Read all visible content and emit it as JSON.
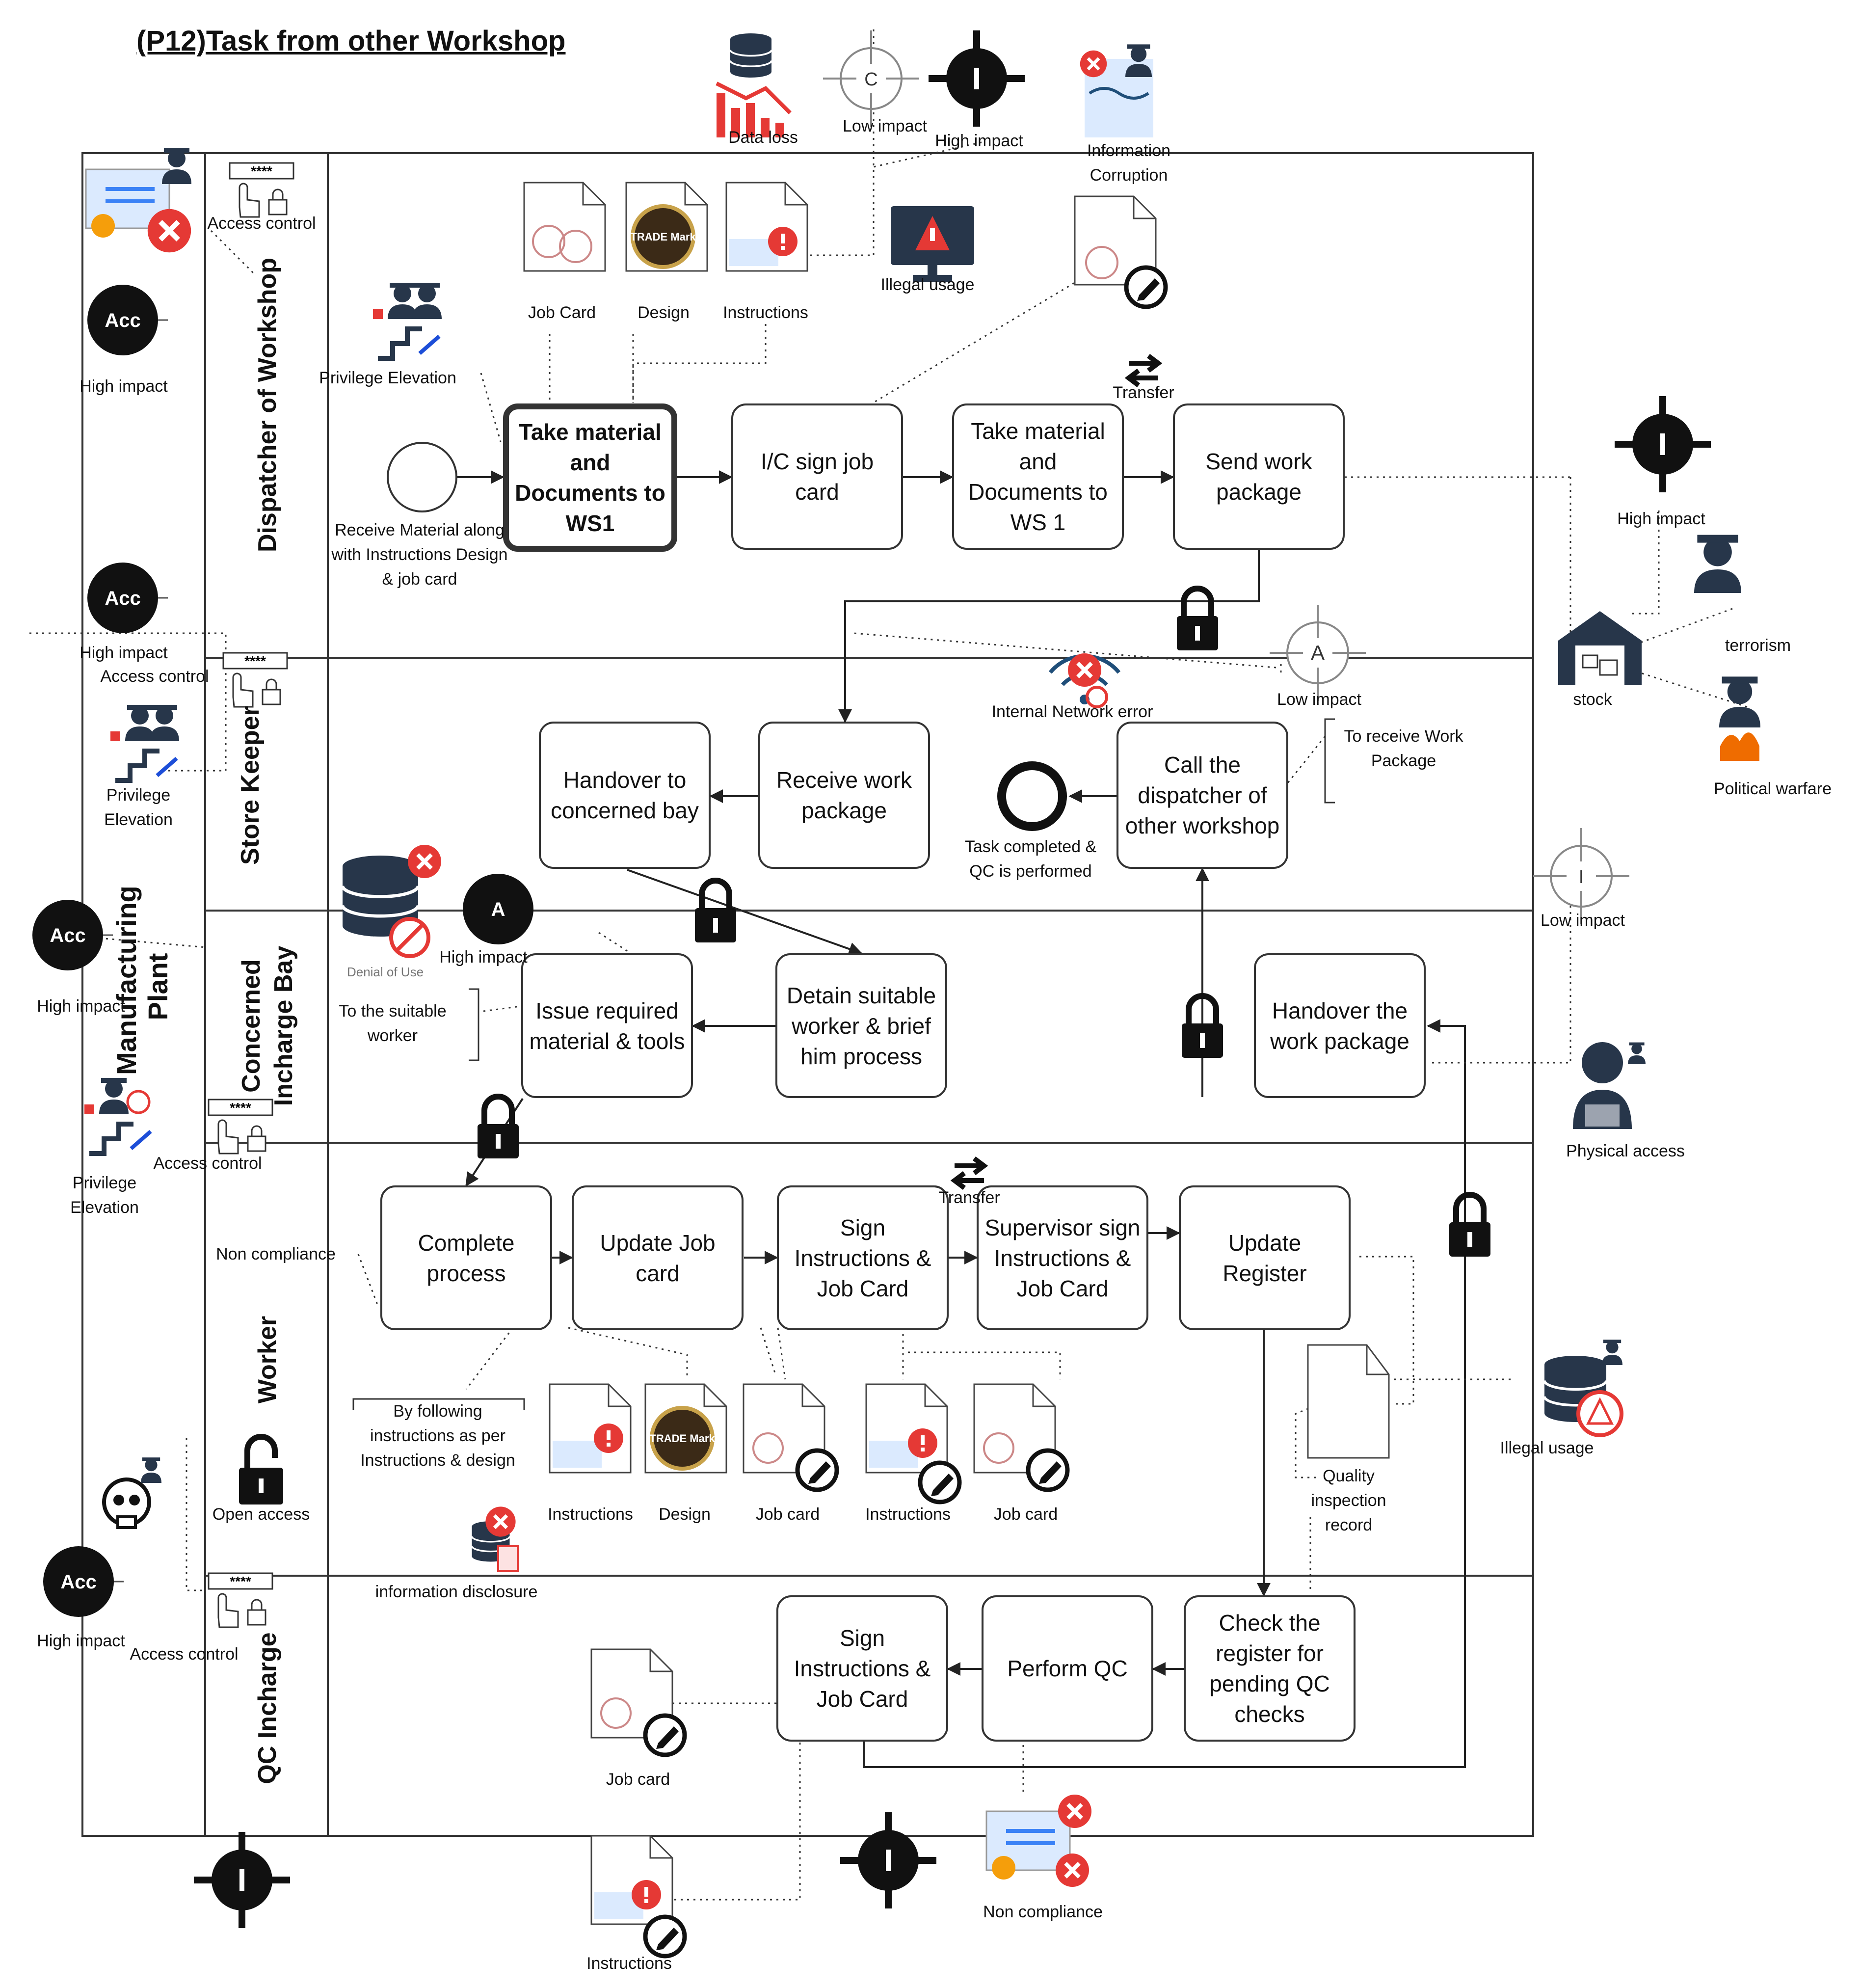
{
  "title": "(P12)Task from other Workshop",
  "pool_label": "Manufacturing Plant",
  "lanes": {
    "dispatcher": "Dispatcher of Workshop",
    "store_keeper": "Store Keeper",
    "concerned_incharge": "Concerned Incharge Bay",
    "worker": "Worker",
    "qc": "QC Incharge"
  },
  "start_event_label": "Receive Material along with Instructions Design & job card",
  "end_event_label": "Task completed & QC is performed",
  "tasks": {
    "take_ws1_a": "Take material and Documents to WS1",
    "ic_sign": "I/C sign job card",
    "take_ws1_b": "Take material and Documents to WS 1",
    "send_pkg": "Send work package",
    "handover_bay": "Handover to concerned bay",
    "receive_pkg": "Receive work package",
    "call_dispatcher": "Call the dispatcher of other workshop",
    "issue_material": "Issue required material & tools",
    "detain_worker": "Detain suitable worker & brief him process",
    "handover_pkg": "Handover the work package",
    "complete_process": "Complete process",
    "update_job_card": "Update Job card",
    "sign_instr_worker": "Sign Instructions & Job Card",
    "supervisor_sign": "Supervisor  sign Instructions & Job Card",
    "update_register": "Update Register",
    "check_register": "Check the register for pending QC checks",
    "perform_qc": "Perform QC",
    "sign_instr_qc": "Sign Instructions & Job Card"
  },
  "annotations": {
    "to_receive": "To receive Work Package",
    "to_suitable": "To the suitable worker",
    "by_following": "By following instructions as per Instructions & design"
  },
  "labels": {
    "data_loss": "Data loss",
    "low_impact_top": "Low impact",
    "high_impact_top": "High impact",
    "info_corruption": "Information Corruption",
    "illegal_usage_top": "Illegal usage",
    "access_control_1": "Access control",
    "high_impact_acc1": "High impact",
    "privilege_elev_1": "Privilege Elevation",
    "job_card_1": "Job Card",
    "design_1": "Design",
    "instructions_1": "Instructions",
    "transfer_1": "Transfer",
    "high_impact_right": "High impact",
    "terrorism": "terrorism",
    "stock": "stock",
    "political_warfare": "Political warfare",
    "internal_network": "Internal Network error",
    "low_impact_a": "Low impact",
    "high_impact_acc2": "High impact",
    "access_control_2": "Access control",
    "privilege_elev_2": "Privilege Elevation",
    "denial_of_use": "Denial of Use",
    "high_impact_a": "High impact",
    "low_impact_right": "Low impact",
    "high_impact_acc3": "High impact",
    "physical_access": "Physical access",
    "access_control_3": "Access control",
    "privilege_elev_3": "Privilege Elevation",
    "non_compliance_1": "Non compliance",
    "transfer_2": "Transfer",
    "open_access": "Open access",
    "instructions_2": "Instructions",
    "design_2": "Design",
    "job_card_2": "Job card",
    "instructions_3": "Instructions",
    "job_card_3": "Job card",
    "quality_record": "Quality inspection record",
    "illegal_usage_right": "Illegal usage",
    "info_disclosure": "information disclosure",
    "high_impact_acc4": "High impact",
    "access_control_4": "Access control",
    "job_card_4": "Job card",
    "instructions_4": "Instructions",
    "non_compliance_2": "Non compliance"
  },
  "glyphs": {
    "acc": "Acc",
    "a_marker": "A",
    "c_marker": "C",
    "i_marker": "I",
    "stars": "****",
    "trade_mark": "TRADE Mark",
    "trade_mark_small": "Trade Mark"
  },
  "colors": {
    "line": "#333333",
    "red": "#e53935",
    "blue": "#1f4e79",
    "navy": "#27364a",
    "light_blue": "#dbeafe"
  }
}
